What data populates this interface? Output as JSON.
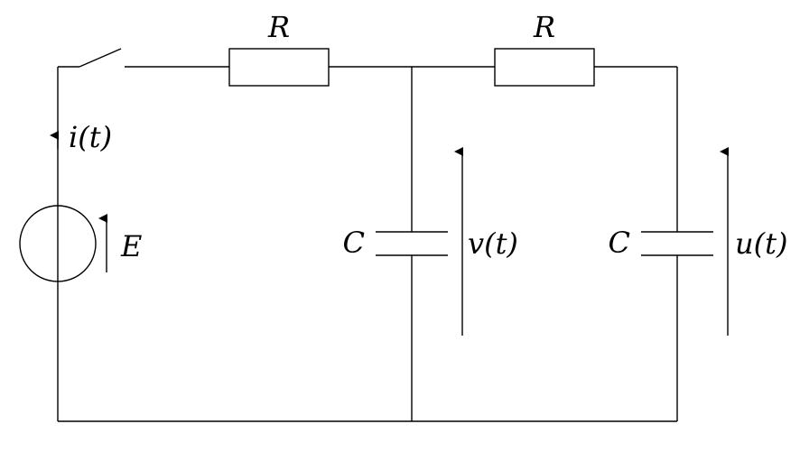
{
  "diagram": {
    "type": "circuit-schematic",
    "labels": {
      "resistor_1": "R",
      "resistor_2": "R",
      "capacitor_1": "C",
      "capacitor_2": "C",
      "current": "i(t)",
      "source": "E",
      "voltage_v": "v(t)",
      "voltage_u": "u(t)"
    },
    "components": [
      {
        "kind": "switch",
        "state": "open"
      },
      {
        "kind": "resistor",
        "label_key": "resistor_1"
      },
      {
        "kind": "resistor",
        "label_key": "resistor_2"
      },
      {
        "kind": "capacitor",
        "label_key": "capacitor_1"
      },
      {
        "kind": "capacitor",
        "label_key": "capacitor_2"
      },
      {
        "kind": "voltage-source",
        "label_key": "source"
      }
    ],
    "colors": {
      "line": "#000000",
      "background": "#ffffff"
    }
  }
}
